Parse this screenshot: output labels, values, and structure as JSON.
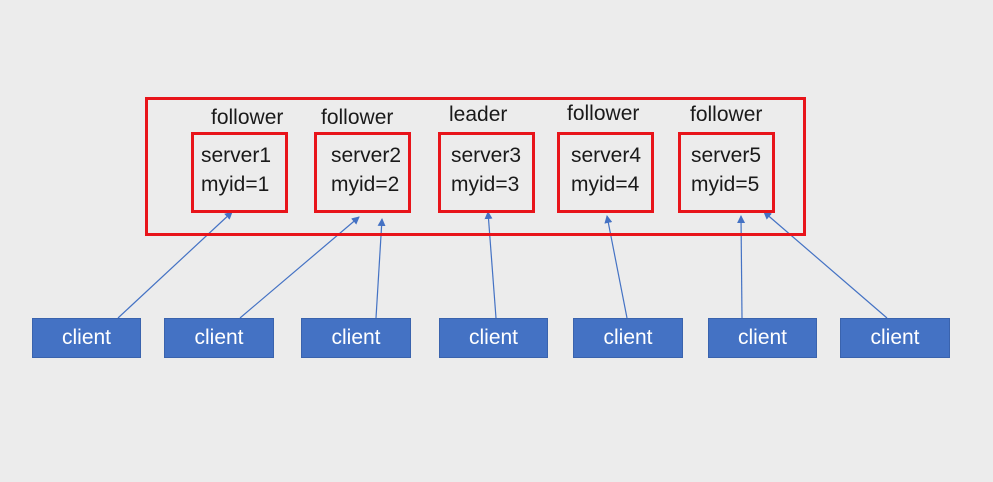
{
  "servers": [
    {
      "role": "follower",
      "name": "server1",
      "myid": "myid=1"
    },
    {
      "role": "follower",
      "name": "server2",
      "myid": "myid=2"
    },
    {
      "role": "leader",
      "name": "server3",
      "myid": "myid=3"
    },
    {
      "role": "follower",
      "name": "server4",
      "myid": "myid=4"
    },
    {
      "role": "follower",
      "name": "server5",
      "myid": "myid=5"
    }
  ],
  "clients": [
    {
      "label": "client",
      "connects_to": "server1"
    },
    {
      "label": "client",
      "connects_to": "server2"
    },
    {
      "label": "client",
      "connects_to": "server2"
    },
    {
      "label": "client",
      "connects_to": "server3"
    },
    {
      "label": "client",
      "connects_to": "server4"
    },
    {
      "label": "client",
      "connects_to": "server5"
    },
    {
      "label": "client",
      "connects_to": "server5"
    }
  ],
  "colors": {
    "background": "#ececec",
    "server_border": "#e8141a",
    "client_fill": "#4472c4",
    "arrow": "#4472c4"
  }
}
